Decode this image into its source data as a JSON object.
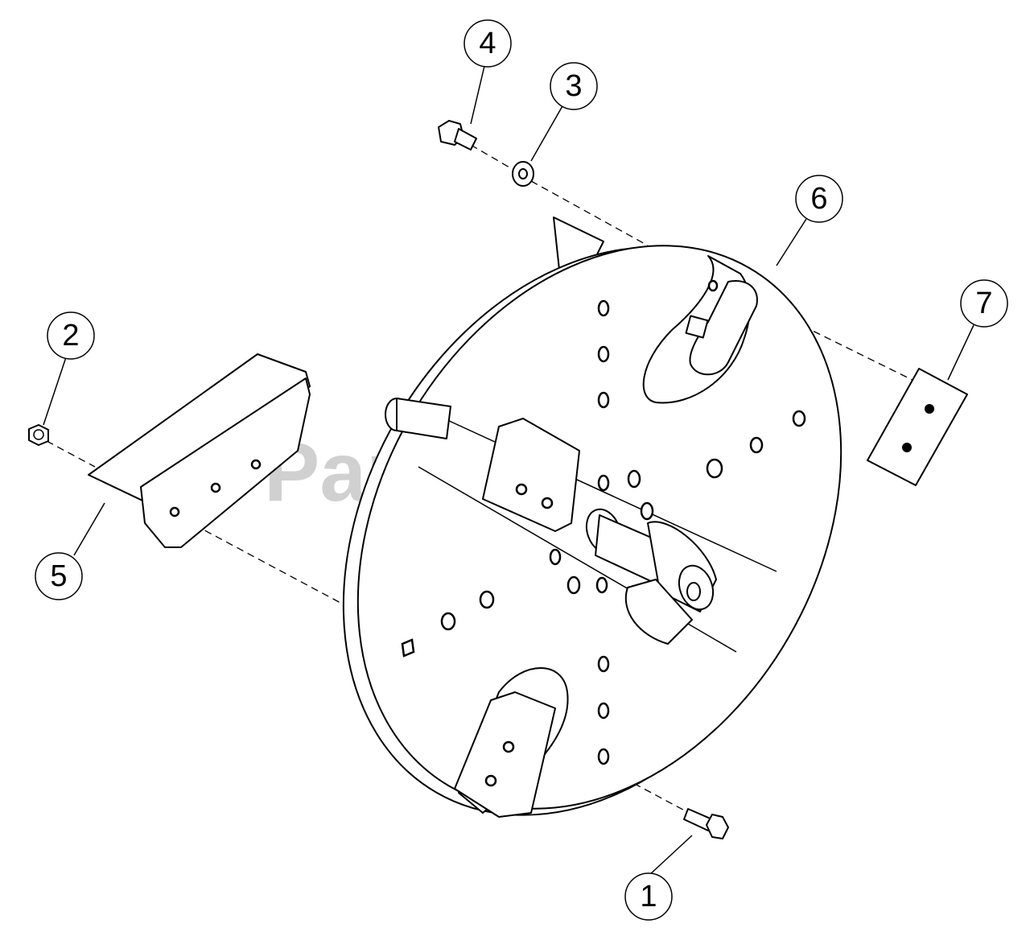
{
  "watermark": {
    "brand": "PartsTree",
    "trademark": "™"
  },
  "callouts": [
    {
      "id": "c1",
      "label": "1"
    },
    {
      "id": "c2",
      "label": "2"
    },
    {
      "id": "c3",
      "label": "3"
    },
    {
      "id": "c4",
      "label": "4"
    },
    {
      "id": "c5",
      "label": "5"
    },
    {
      "id": "c6",
      "label": "6"
    },
    {
      "id": "c7",
      "label": "7"
    }
  ]
}
